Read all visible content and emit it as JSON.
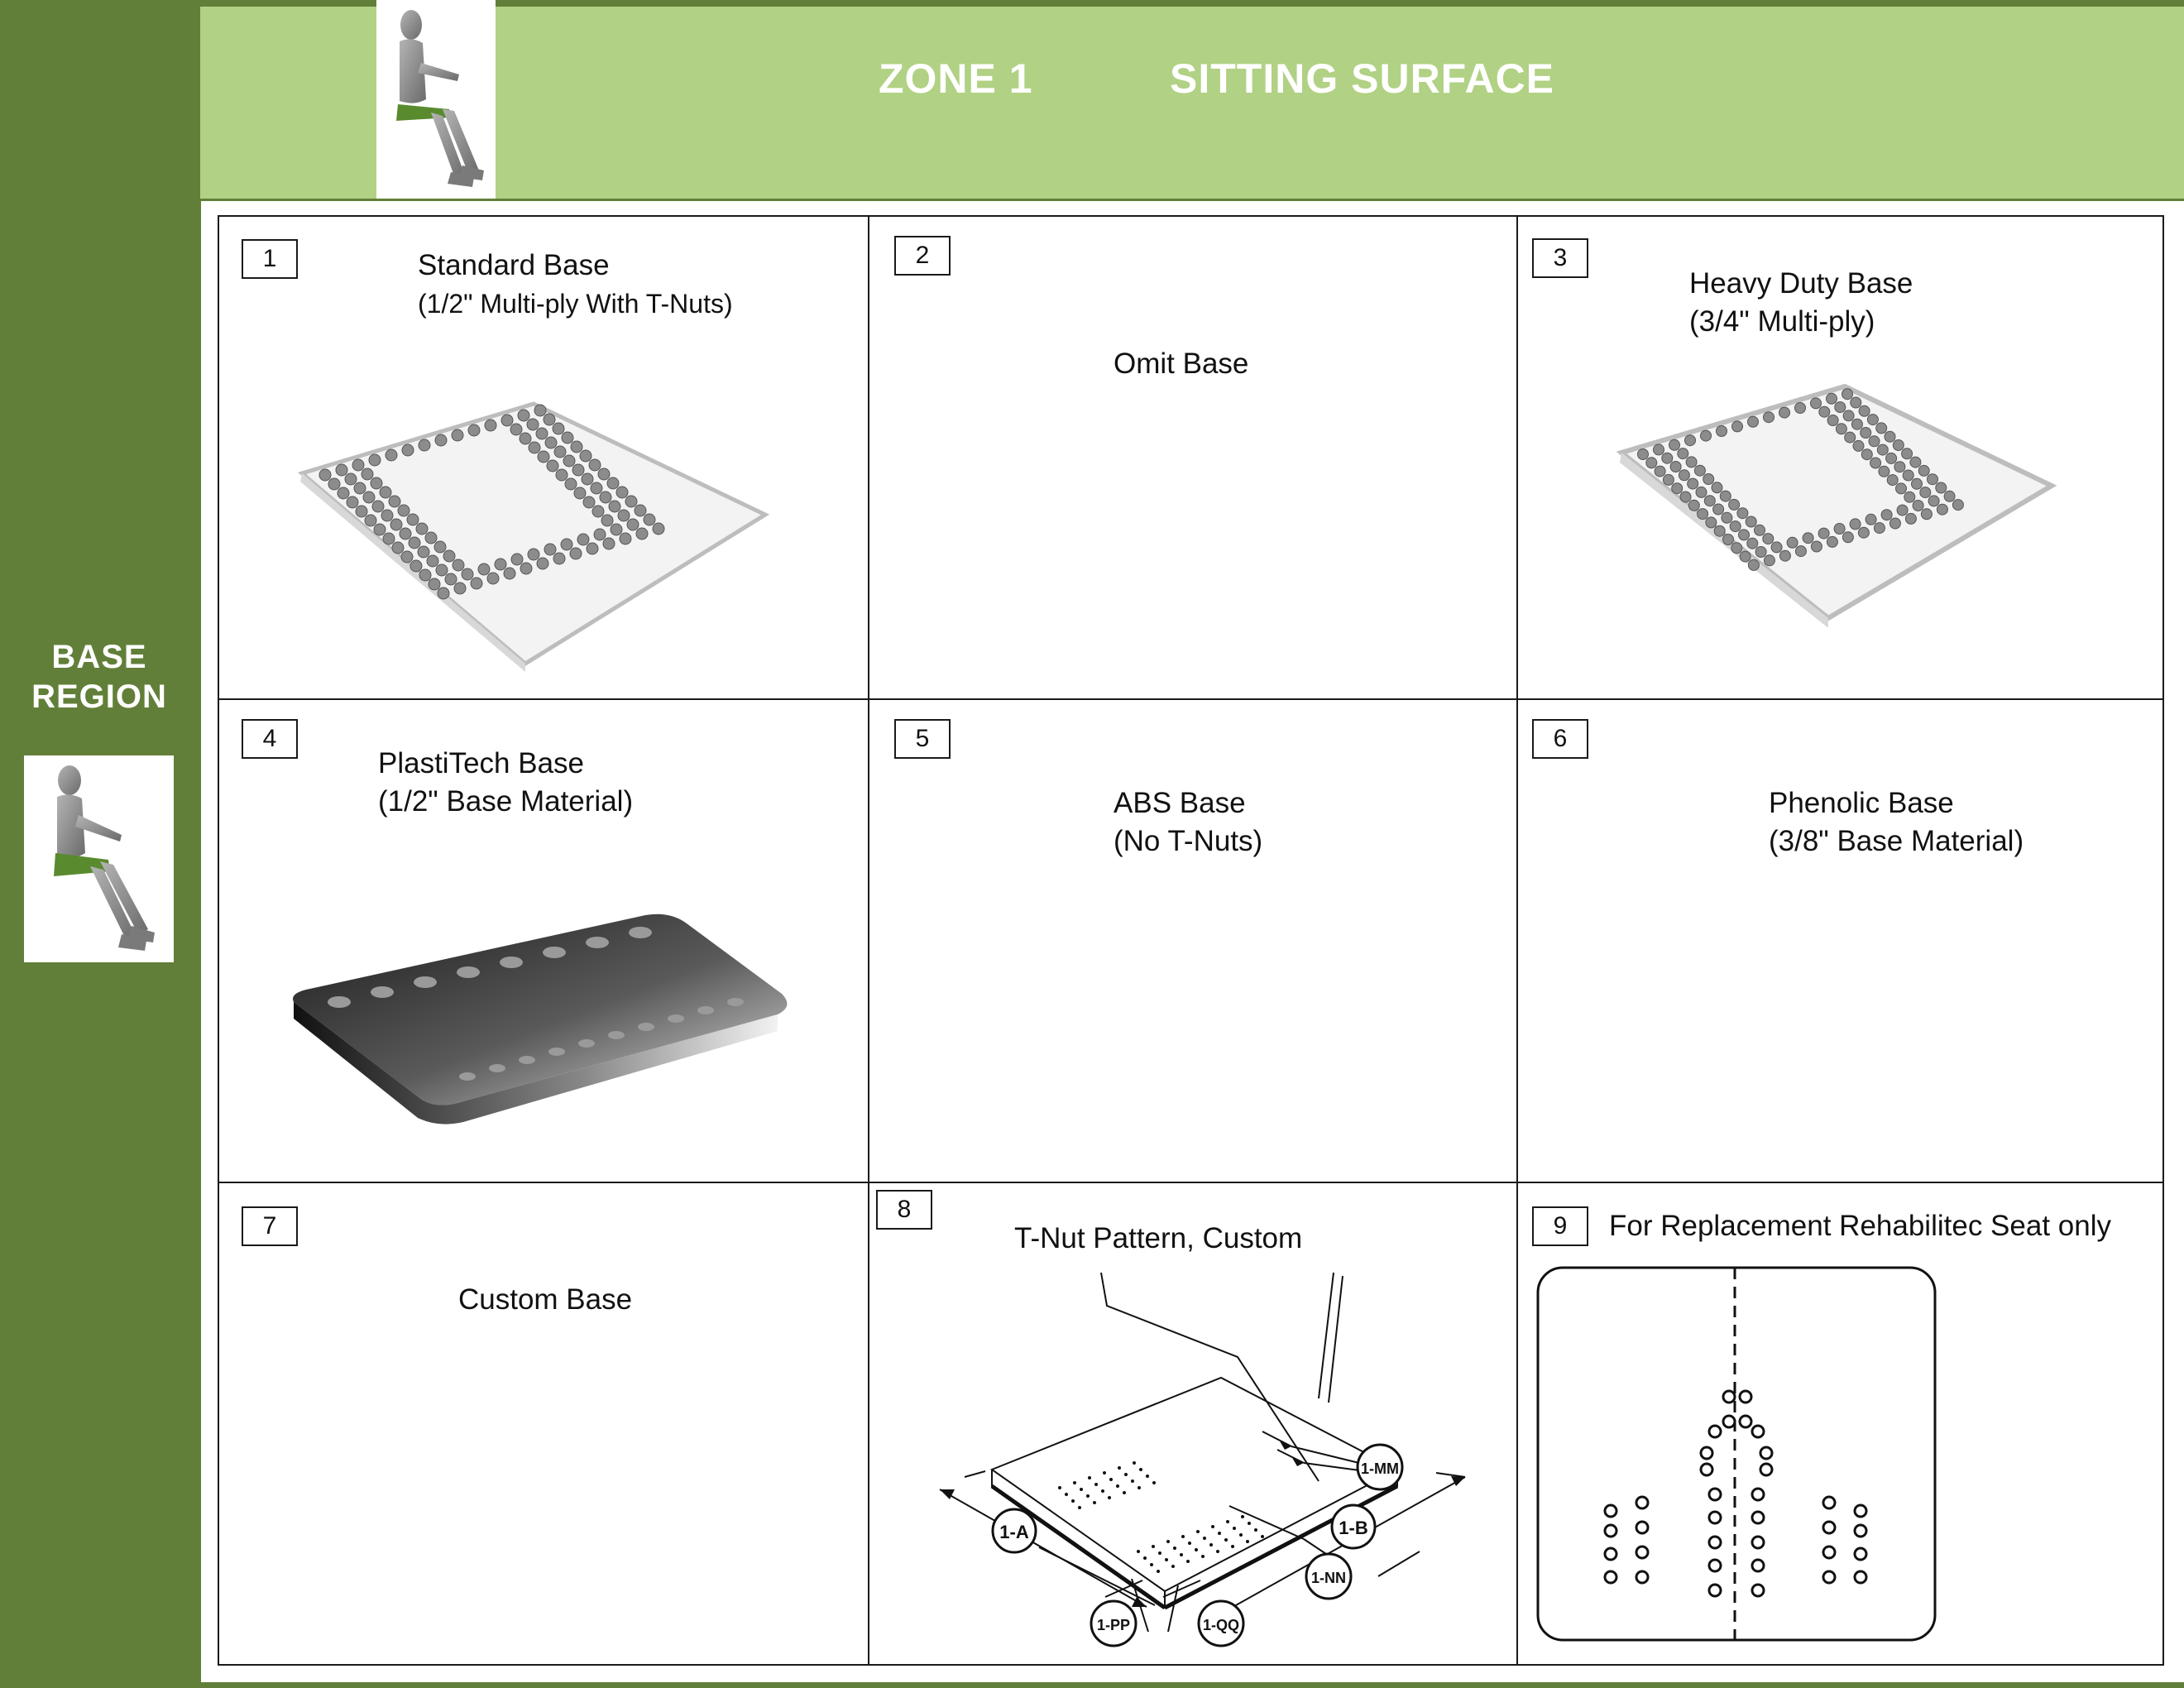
{
  "sidebar": {
    "title_line1": "BASE",
    "title_line2": "REGION"
  },
  "header": {
    "zone": "ZONE 1",
    "title": "SITTING SURFACE"
  },
  "cells": [
    {
      "number": "1",
      "title": "Standard Base",
      "subtitle": "(1/2\" Multi-ply With T-Nuts)"
    },
    {
      "number": "2",
      "title": "Omit Base",
      "subtitle": ""
    },
    {
      "number": "3",
      "title": "Heavy Duty Base",
      "subtitle": "(3/4\" Multi-ply)"
    },
    {
      "number": "4",
      "title": "PlastiTech Base",
      "subtitle": "(1/2\" Base Material)"
    },
    {
      "number": "5",
      "title": "ABS Base",
      "subtitle": "(No T-Nuts)"
    },
    {
      "number": "6",
      "title": "Phenolic Base",
      "subtitle": "(3/8\" Base Material)"
    },
    {
      "number": "7",
      "title": "Custom Base",
      "subtitle": ""
    },
    {
      "number": "8",
      "title": "T-Nut Pattern, Custom",
      "subtitle": ""
    },
    {
      "number": "9",
      "title": "For Replacement Rehabilitec Seat only",
      "subtitle": ""
    }
  ],
  "diagram8": {
    "callouts": [
      "1-A",
      "1-B",
      "1-MM",
      "1-NN",
      "1-PP",
      "1-QQ"
    ]
  },
  "colors": {
    "sidebar_green": "#627f39",
    "header_green": "#b1d184",
    "seat_highlight": "#5a8a2e"
  },
  "icons": {
    "sidebar_figure": "seated-person-icon",
    "header_figure": "seated-person-icon"
  }
}
